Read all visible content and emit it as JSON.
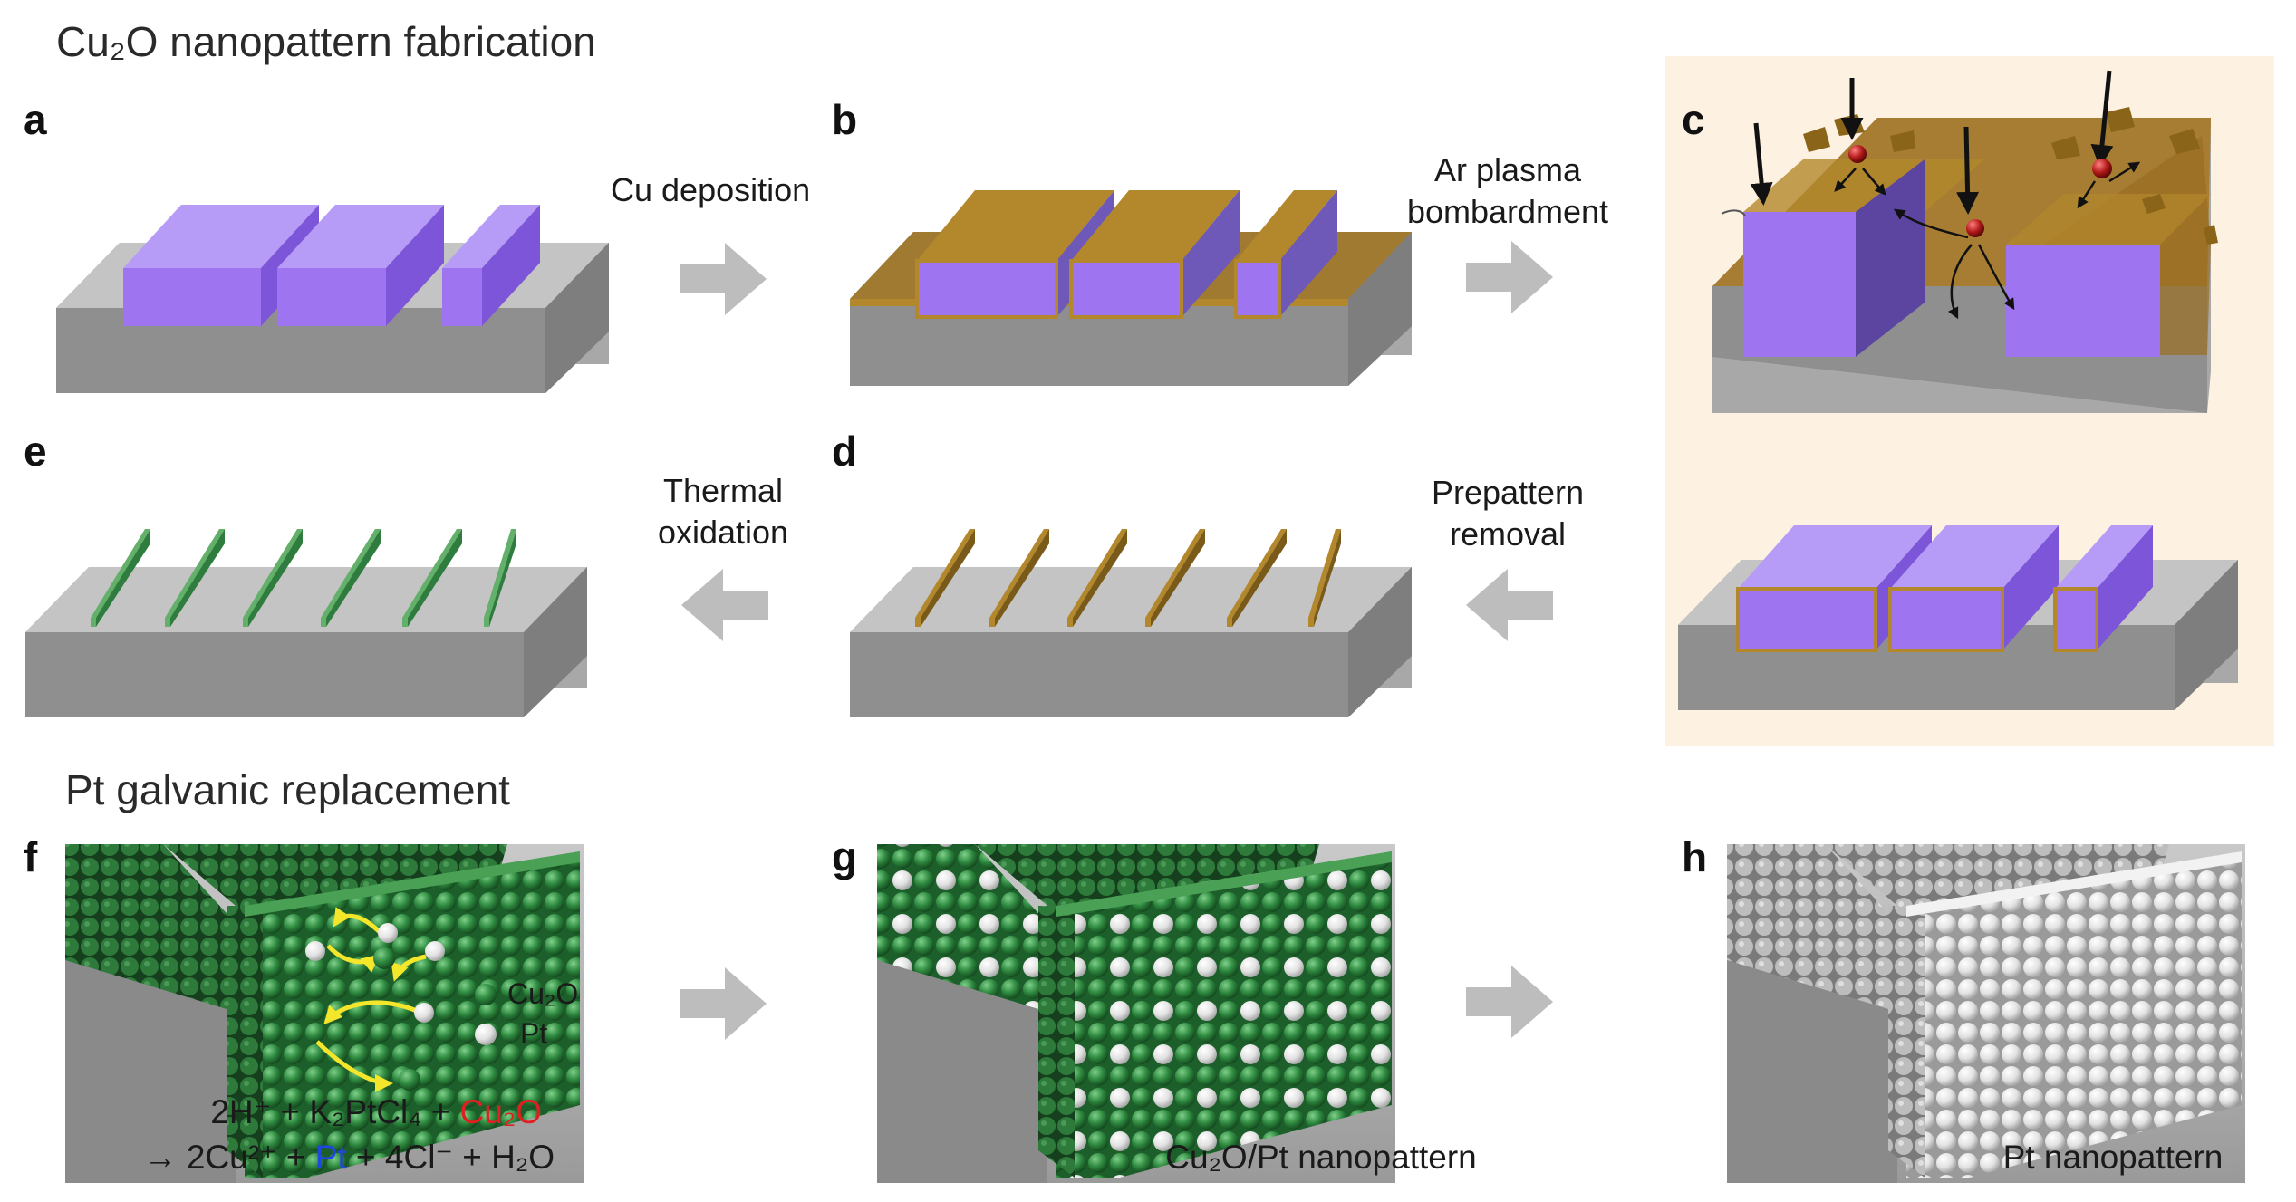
{
  "sections": {
    "fabrication_title": "Cu₂O nanopattern fabrication",
    "galvanic_title": "Pt galvanic replacement"
  },
  "panels": {
    "a": "a",
    "b": "b",
    "c": "c",
    "d": "d",
    "e": "e",
    "f": "f",
    "g": "g",
    "h": "h"
  },
  "steps": {
    "cu_deposition": "Cu deposition",
    "ar_plasma_line1": "Ar plasma",
    "ar_plasma_line2": "bombardment",
    "thermal_line1": "Thermal",
    "thermal_line2": "oxidation",
    "prepattern_line1": "Prepattern",
    "prepattern_line2": "removal"
  },
  "legend": {
    "cu2o": "Cu₂O",
    "pt": "Pt"
  },
  "equation": {
    "line1_prefix": "2H⁺ + K₂PtCl₄ + ",
    "line1_red": "Cu₂O",
    "line2_prefix": "→ 2Cu²⁺ + ",
    "line2_blue": "Pt",
    "line2_suffix": " + 4Cl⁻ + H₂O"
  },
  "captions": {
    "g": "Cu₂O/Pt nanopattern",
    "h": "Pt nanopattern"
  },
  "colors": {
    "substrate_top": "#bdbdbd",
    "substrate_front": "#8e8e8e",
    "prepattern": "#9f74f0",
    "copper": "#b3882c",
    "cu2o": "#2f7d3e",
    "pt": "#e6e6e6",
    "process_arrow": "#bdbdbd",
    "panel_c_bg": "#fdf1e2",
    "eq_red": "#e02020",
    "eq_blue": "#1f47e0"
  }
}
